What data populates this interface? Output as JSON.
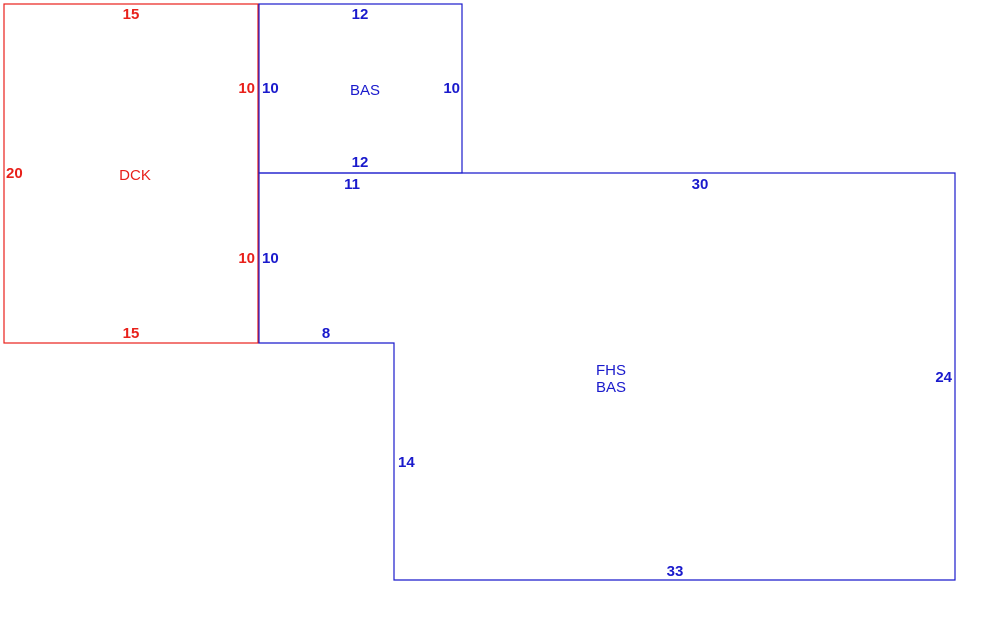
{
  "colors": {
    "deck": "#e8201a",
    "house": "#1a1acc",
    "background": "#ffffff"
  },
  "areas": {
    "dck": {
      "label": "DCK"
    },
    "bas_upper": {
      "label": "BAS"
    },
    "main": {
      "label_line1": "FHS",
      "label_line2": "BAS"
    }
  },
  "dimensions": {
    "dck_top": "15",
    "dck_bottom": "15",
    "dck_left": "20",
    "dck_right_upper": "10",
    "dck_right_lower": "10",
    "bas_top": "12",
    "bas_bottom": "12",
    "bas_left": "10",
    "bas_right": "10",
    "main_top_left": "11",
    "main_top_right": "30",
    "main_left_upper": "10",
    "main_step": "8",
    "main_left_lower": "14",
    "main_right": "24",
    "main_bottom": "33"
  }
}
